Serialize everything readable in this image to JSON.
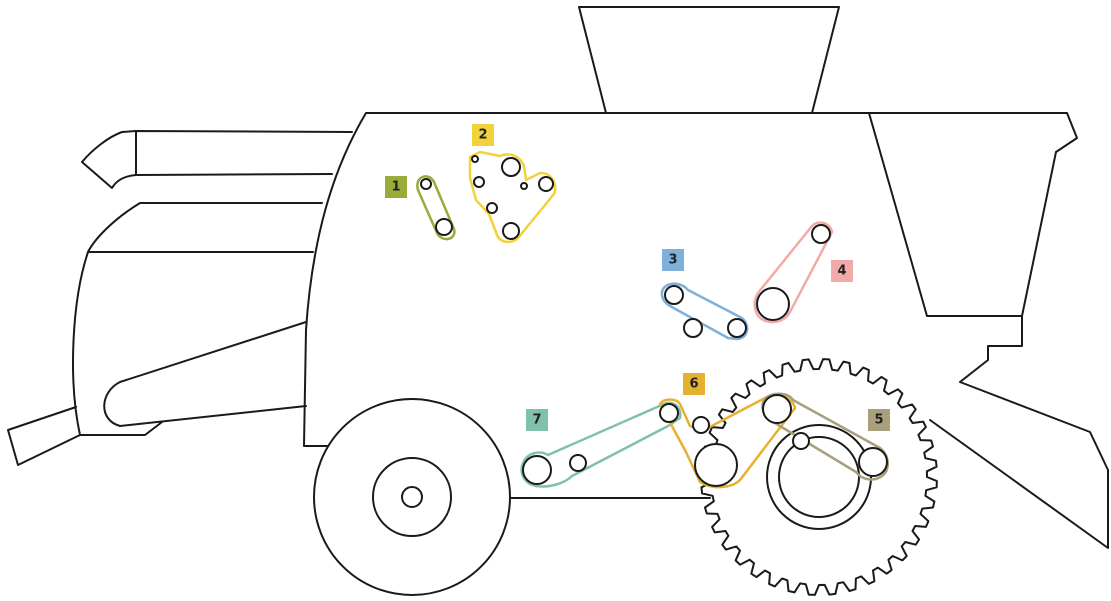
{
  "belt_drives": [
    {
      "label": "1",
      "color": "#9aab3a"
    },
    {
      "label": "2",
      "color": "#f2d23b"
    },
    {
      "label": "3",
      "color": "#7fb0dc"
    },
    {
      "label": "4",
      "color": "#f2aaa8"
    },
    {
      "label": "5",
      "color": "#a8a07c"
    },
    {
      "label": "6",
      "color": "#e6b12f"
    },
    {
      "label": "7",
      "color": "#7fc1aa"
    }
  ]
}
